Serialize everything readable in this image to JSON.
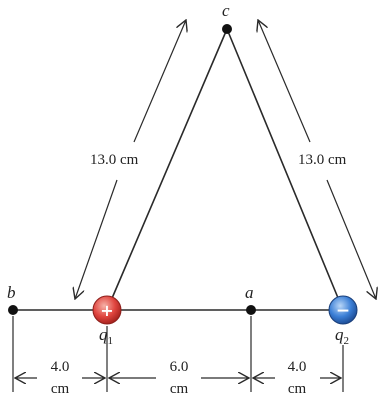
{
  "points": {
    "b": "b",
    "a": "a",
    "c": "c"
  },
  "charges": {
    "q1": {
      "letter": "q",
      "sub": "1",
      "sign": "+",
      "color": "#e0453f"
    },
    "q2": {
      "letter": "q",
      "sub": "2",
      "sign": "−",
      "color": "#3b7fd6"
    }
  },
  "dimensions": {
    "left_side": "13.0 cm",
    "right_side": "13.0 cm",
    "b_to_q1": {
      "value": "4.0",
      "unit": "cm"
    },
    "q1_to_a": {
      "value": "6.0",
      "unit": "cm"
    },
    "a_to_q2": {
      "value": "4.0",
      "unit": "cm"
    }
  }
}
